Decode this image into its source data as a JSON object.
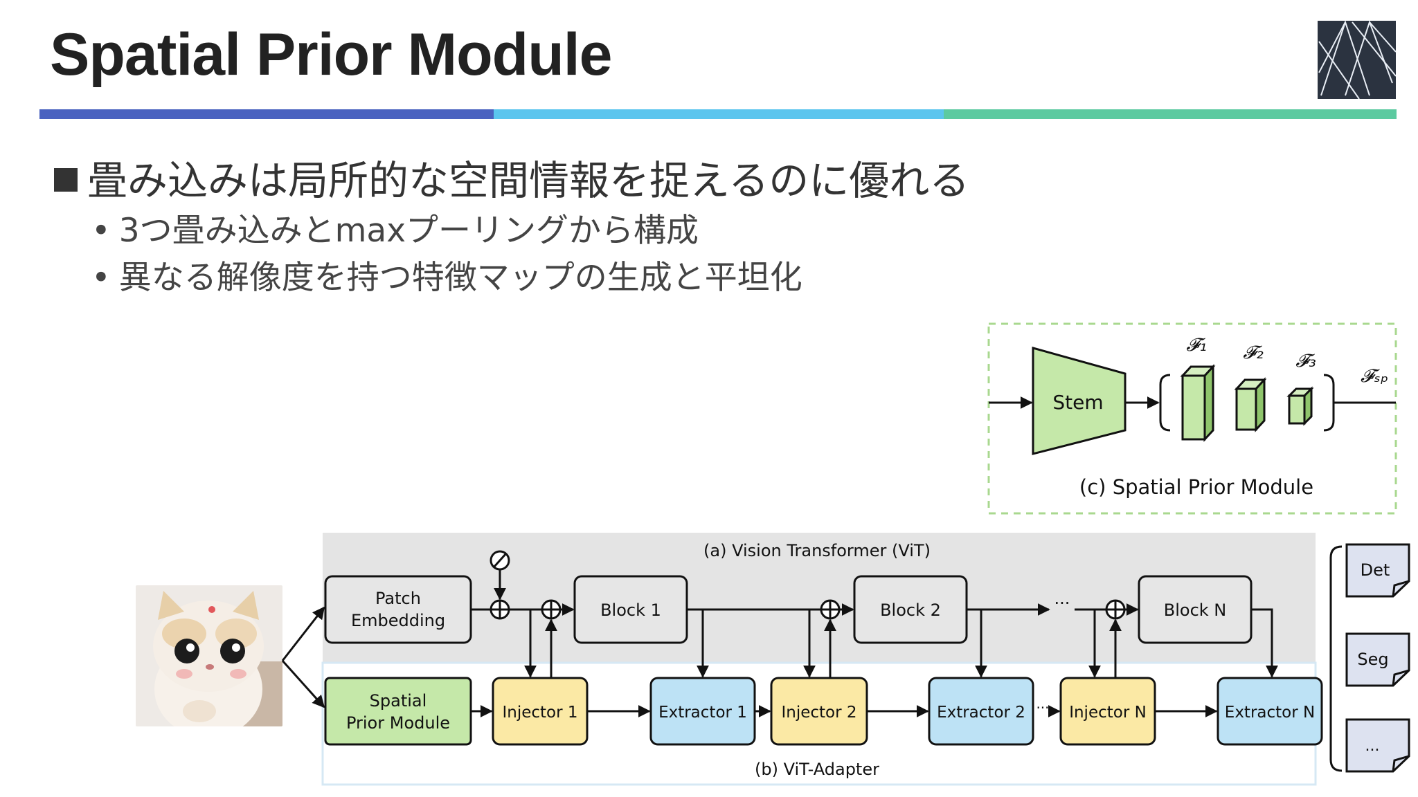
{
  "slide": {
    "title": "Spatial Prior Module",
    "bullet_main": "畳み込みは局所的な空間情報を捉えるのに優れる",
    "bullet_subs": [
      "3つ畳み込みとmaxプーリングから構成",
      "異なる解像度を持つ特徴マップの生成と平坦化"
    ],
    "rule_colors": [
      "#4a62c0",
      "#5bc5ee",
      "#5ccaa0"
    ]
  },
  "diagram": {
    "spm_detail": {
      "stem_label": "Stem",
      "caption": "(c) Spatial Prior Module",
      "feature_labels": [
        "𝓕₁",
        "𝓕₂",
        "𝓕₃",
        "𝓕ₛₚ"
      ]
    },
    "vit": {
      "caption": "(a) Vision Transformer (ViT)",
      "patch_embedding_line1": "Patch",
      "patch_embedding_line2": "Embedding",
      "blocks": [
        "Block 1",
        "Block 2",
        "Block N"
      ]
    },
    "adapter": {
      "caption": "(b) ViT-Adapter",
      "spm_line1": "Spatial",
      "spm_line2": "Prior Module",
      "injectors": [
        "Injector 1",
        "Injector 2",
        "Injector N"
      ],
      "extractors": [
        "Extractor 1",
        "Extractor 2",
        "Extractor N"
      ]
    },
    "outputs": [
      "Det",
      "Seg",
      "..."
    ],
    "ellipsis": "···",
    "colors": {
      "spm": "#c5e8a9",
      "injector": "#fbe9a5",
      "extractor": "#bde2f5",
      "vit_bg": "#e4e4e4",
      "output_bg": "#dde2f0"
    }
  }
}
